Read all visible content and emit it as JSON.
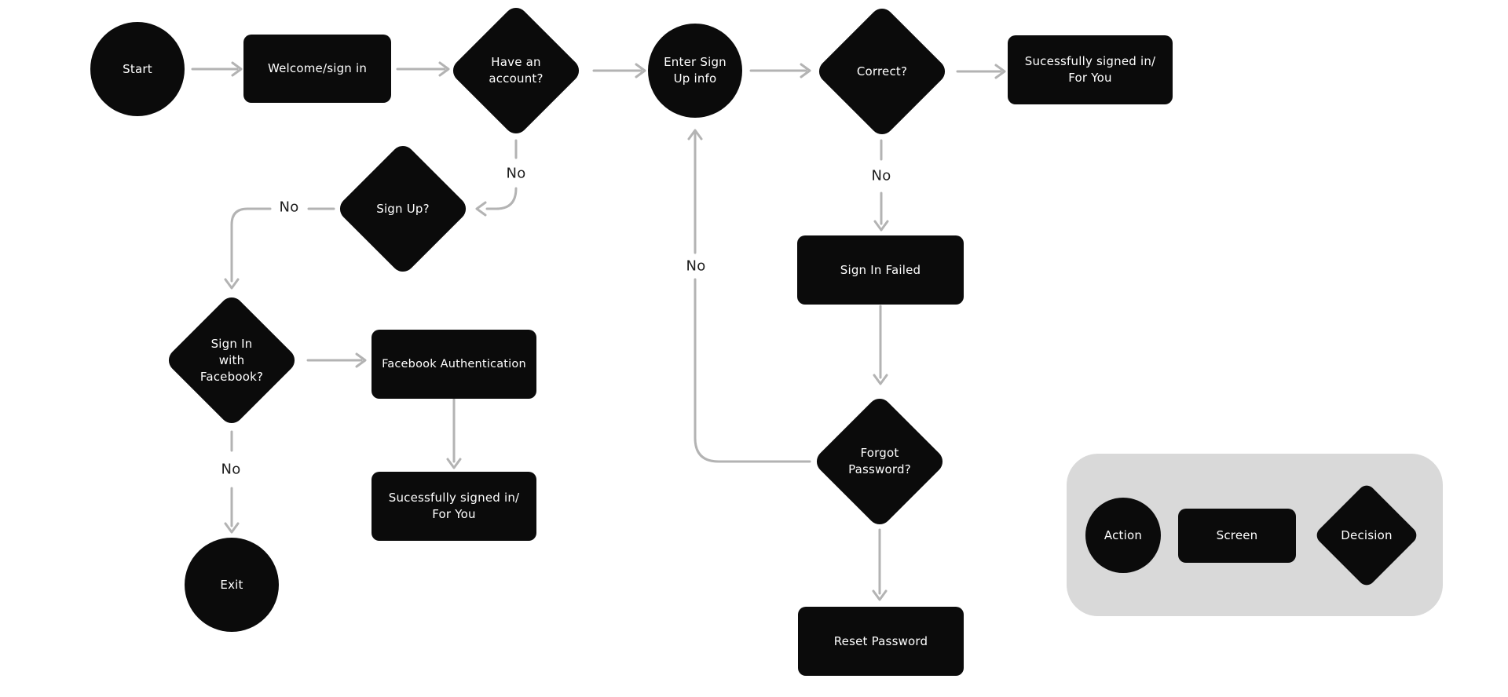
{
  "nodes": {
    "start": {
      "type": "action",
      "label": "Start"
    },
    "welcome": {
      "type": "screen",
      "label": "Welcome/sign in"
    },
    "have_account": {
      "type": "decision",
      "label": [
        "Have an",
        "account?"
      ]
    },
    "enter_signup": {
      "type": "action",
      "label": [
        "Enter Sign",
        "Up info"
      ]
    },
    "correct": {
      "type": "decision",
      "label": "Correct?"
    },
    "success_signin": {
      "type": "screen",
      "label": [
        "Sucessfully signed in/",
        "For You"
      ]
    },
    "signup": {
      "type": "decision",
      "label": "Sign Up?"
    },
    "signin_facebook": {
      "type": "decision",
      "label": [
        "Sign In",
        "with",
        "Facebook?"
      ]
    },
    "facebook_auth": {
      "type": "screen",
      "label": "Facebook Authentication"
    },
    "success_facebook": {
      "type": "screen",
      "label": [
        "Sucessfully signed in/",
        "For You"
      ]
    },
    "exit": {
      "type": "action",
      "label": "Exit"
    },
    "signin_failed": {
      "type": "screen",
      "label": "Sign In Failed"
    },
    "forgot_password": {
      "type": "decision",
      "label": [
        "Forgot",
        "Password?"
      ]
    },
    "reset_password": {
      "type": "screen",
      "label": "Reset Password"
    }
  },
  "edge_labels": {
    "have_account_no": "No",
    "signup_no": "No",
    "signin_facebook_no": "No",
    "correct_no": "No",
    "forgot_password_no": "No"
  },
  "legend": {
    "action": "Action",
    "screen": "Screen",
    "decision": "Decision"
  },
  "colors": {
    "node_fill": "#0b0b0b",
    "node_text": "#ffffff",
    "connector": "#b3b3b3",
    "edge_label_text": "#1d1d1d",
    "legend_bg": "#d9d9d9",
    "canvas_bg": "#ffffff"
  }
}
